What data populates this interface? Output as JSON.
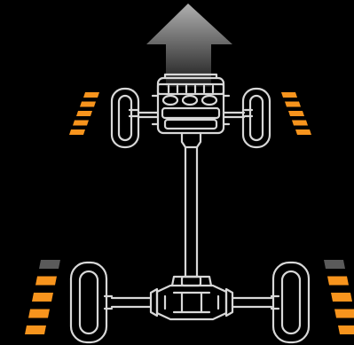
{
  "colors": {
    "background": "#000000",
    "outline": "#d8d8d8",
    "active_segment": "#f7941d",
    "inactive_segment": "#5a5a5a",
    "arrow_top": "#b0b0b0",
    "arrow_bottom": "#1a1a1a"
  },
  "icons": {
    "direction": "forward-arrow-icon",
    "engine": "engine-icon",
    "drivetrain": "drivetrain-chassis-icon"
  },
  "torque_indicators": {
    "segments_per_wheel": 5,
    "front_left": {
      "active": 5
    },
    "front_right": {
      "active": 5
    },
    "rear_left": {
      "active": 4
    },
    "rear_right": {
      "active": 4
    }
  }
}
